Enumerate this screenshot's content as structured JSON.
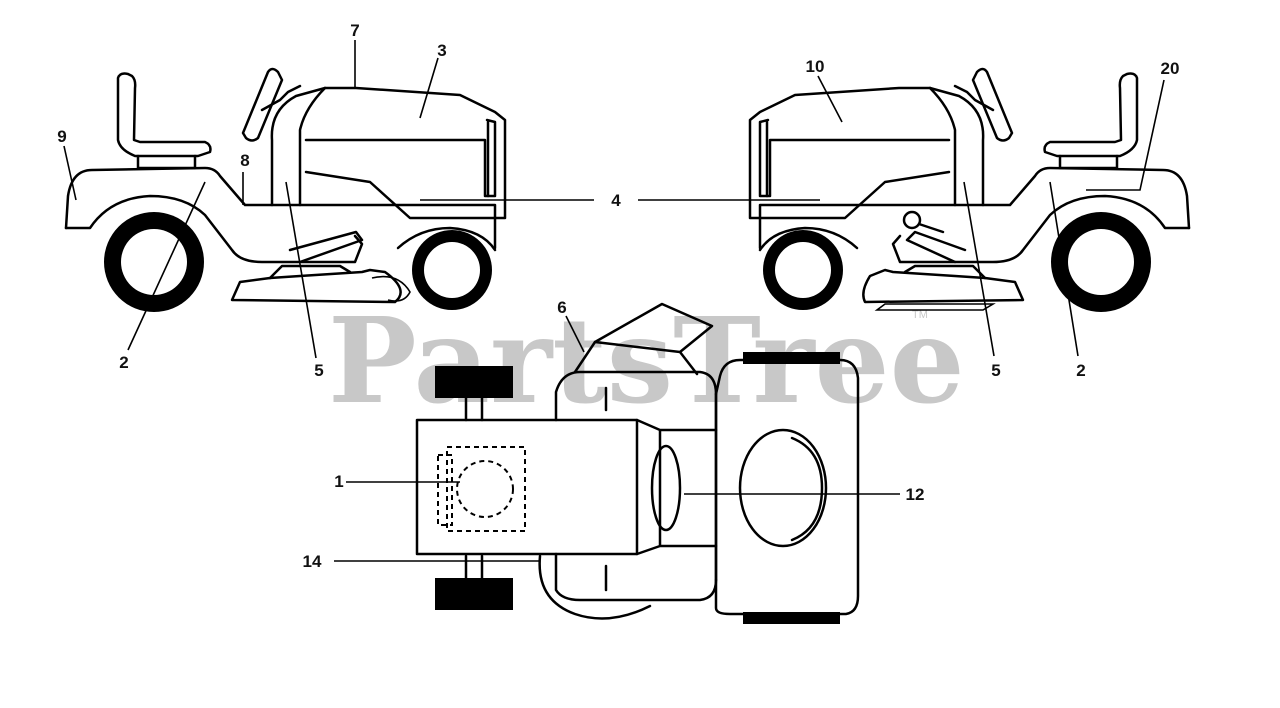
{
  "watermark": {
    "text": "PartsTree",
    "trademark": "TM",
    "color": "#c8c8c8"
  },
  "callouts": {
    "c1": "1",
    "c2_left": "2",
    "c2_right": "2",
    "c3": "3",
    "c4": "4",
    "c5_left": "5",
    "c5_right": "5",
    "c6": "6",
    "c7": "7",
    "c8": "8",
    "c9": "9",
    "c10": "10",
    "c12": "12",
    "c14": "14",
    "c20": "20"
  }
}
